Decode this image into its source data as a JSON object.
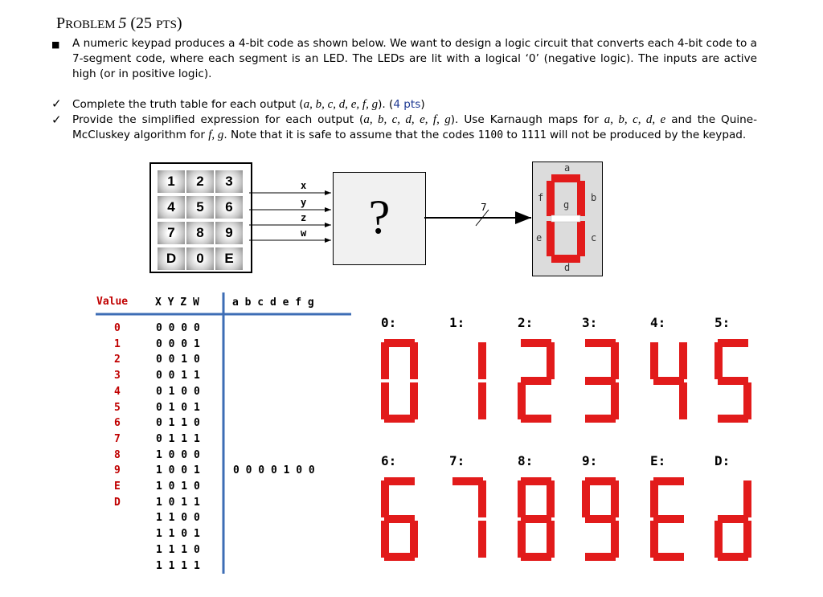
{
  "title": {
    "lead": "P",
    "rest": "ROBLEM ",
    "num": "5",
    "pts_open": " (25 ",
    "pts": "PTS",
    "pts_close": ")"
  },
  "intro": "A numeric keypad produces a 4-bit code as shown below. We want to design a logic circuit that converts each 4-bit code to a 7-segment code, where each segment is an LED. The LEDs are lit with a logical ‘0’ (negative logic). The inputs are active high (or in positive logic).",
  "task1": {
    "text": "Complete the truth table for each output (",
    "vars": "a, b, c, d, e, f, g",
    "close": "). (",
    "pts": "4 pts",
    "end": ")"
  },
  "task2": {
    "t1": "Provide the simplified expression for each output (",
    "vars": "a, b, c, d, e, f, g",
    "t2": "). Use Karnaugh maps for ",
    "kvars": "a, b, c, d, e",
    "t3": " and the Quine-McCluskey algorithm for ",
    "qvars": "f, g",
    "t4": ". Note that it is safe to assume that the codes ",
    "c1": "1100",
    "t5": " to ",
    "c2": "1111",
    "t6": " will not be produced by the keypad."
  },
  "keypad": {
    "keys": [
      "1",
      "2",
      "3",
      "4",
      "5",
      "6",
      "7",
      "8",
      "9",
      "D",
      "0",
      "E"
    ]
  },
  "signals": [
    "x",
    "y",
    "z",
    "w"
  ],
  "box_label": "?",
  "bus_width": "7",
  "segments": {
    "a": "a",
    "b": "b",
    "c": "c",
    "d": "d",
    "e": "e",
    "f": "f",
    "g": "g"
  },
  "colors": {
    "segment_on": "#e21b1b",
    "table_line": "#3d6db5",
    "value_red": "#c00000"
  },
  "table": {
    "value_header": "Value",
    "input_header": "X Y Z W",
    "output_header": "a b c d e f g",
    "values": [
      "0",
      "1",
      "2",
      "3",
      "4",
      "5",
      "6",
      "7",
      "8",
      "9",
      "E",
      "D",
      "",
      "",
      "",
      ""
    ],
    "inputs": [
      "0 0 0 0",
      "0 0 0 1",
      "0 0 1 0",
      "0 0 1 1",
      "0 1 0 0",
      "0 1 0 1",
      "0 1 1 0",
      "0 1 1 1",
      "1 0 0 0",
      "1 0 0 1",
      "1 0 1 0",
      "1 0 1 1",
      "1 1 0 0",
      "1 1 0 1",
      "1 1 1 0",
      "1 1 1 1"
    ],
    "outputs": [
      "",
      "",
      "",
      "",
      "",
      "",
      "",
      "",
      "",
      "0 0 0 0 1 0 0",
      "",
      "",
      "",
      "",
      "",
      ""
    ]
  },
  "digits": [
    {
      "label": "0:",
      "segs": "abcdef"
    },
    {
      "label": "1:",
      "segs": "bc"
    },
    {
      "label": "2:",
      "segs": "abged"
    },
    {
      "label": "3:",
      "segs": "abgcd"
    },
    {
      "label": "4:",
      "segs": "fgbc"
    },
    {
      "label": "5:",
      "segs": "afgcd"
    },
    {
      "label": "6:",
      "segs": "afgedc"
    },
    {
      "label": "7:",
      "segs": "abc"
    },
    {
      "label": "8:",
      "segs": "abcdefg"
    },
    {
      "label": "9:",
      "segs": "abcdfg"
    },
    {
      "label": "E:",
      "segs": "afged"
    },
    {
      "label": "D:",
      "segs": "bcdeg"
    }
  ]
}
